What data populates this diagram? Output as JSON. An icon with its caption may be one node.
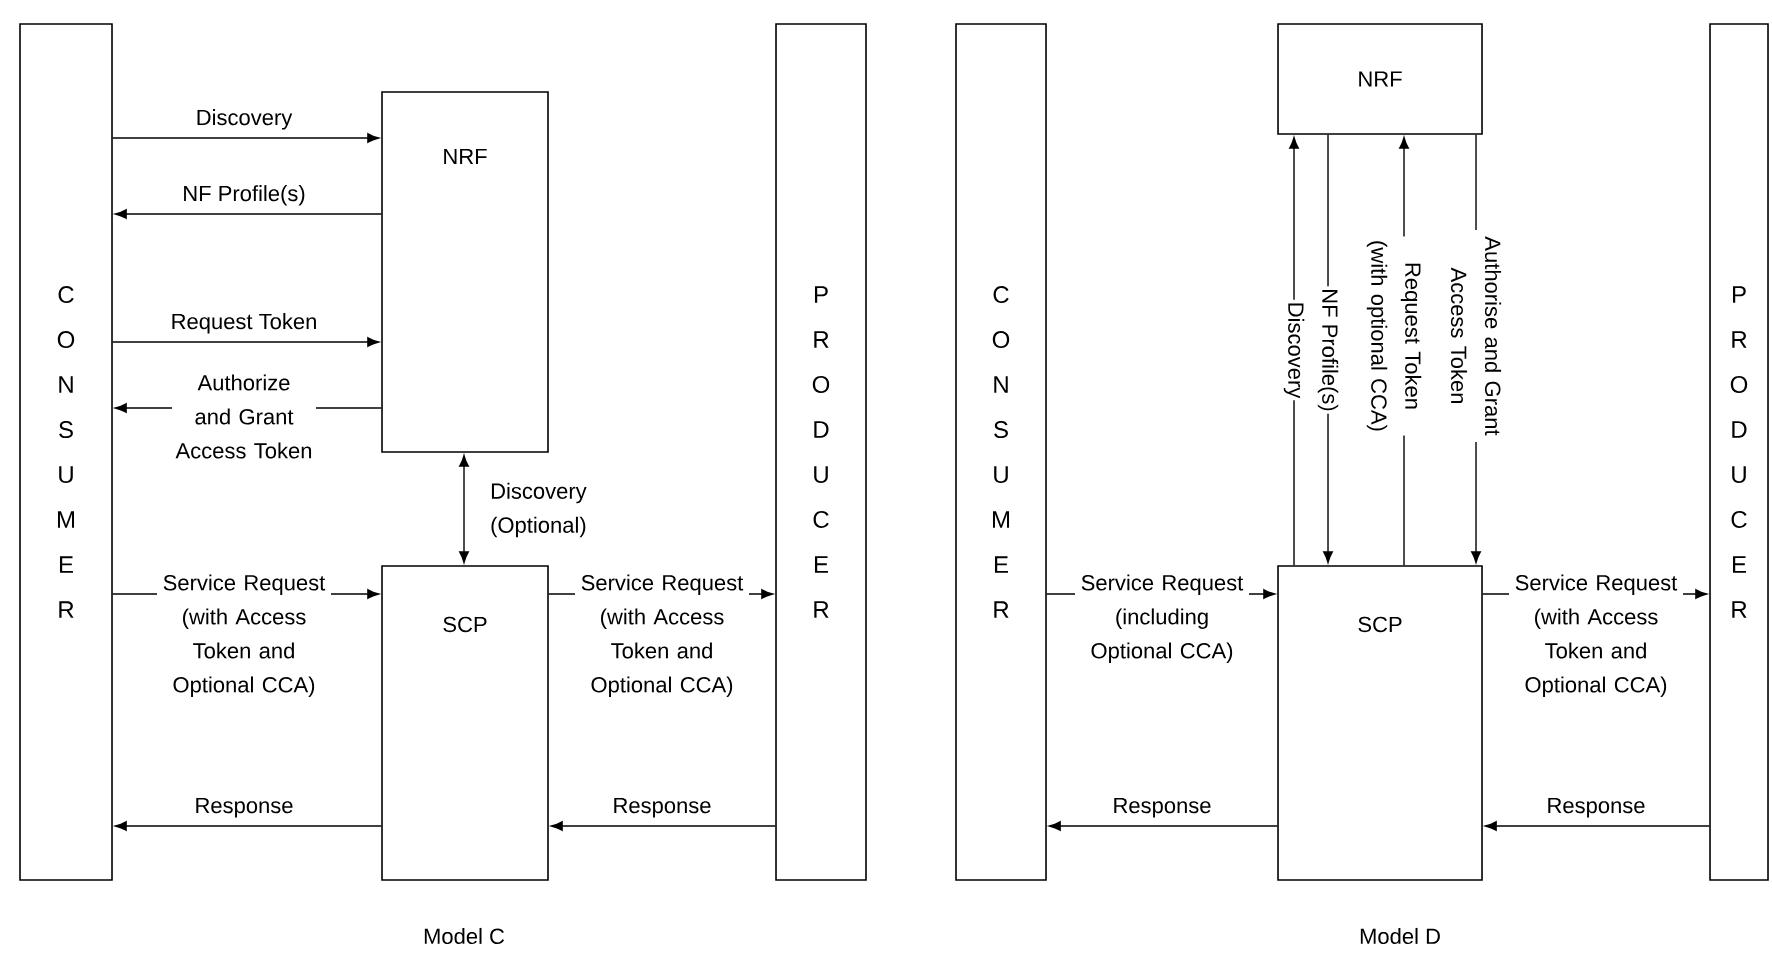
{
  "diagram": {
    "nodes": [
      {
        "text": [
          "CONSUMER"
        ]
      },
      {
        "text": [
          "NRF"
        ]
      },
      {
        "text": [
          "SCP"
        ]
      },
      {
        "text": [
          "PRODUCER"
        ]
      },
      {
        "text": [
          "CONSUMER"
        ]
      },
      {
        "text": [
          "NRF"
        ]
      },
      {
        "text": [
          "SCP"
        ]
      },
      {
        "text": [
          "PRODUCER"
        ]
      }
    ],
    "edges": [
      {
        "from": 0,
        "to": 1,
        "arrow": "to",
        "label": "Discovery"
      },
      {
        "from": 1,
        "to": 0,
        "arrow": "to",
        "label": "NF Profile(s)"
      },
      {
        "from": 0,
        "to": 1,
        "arrow": "to",
        "label": "Request Token"
      },
      {
        "from": 1,
        "to": 0,
        "arrow": "to",
        "label": "Authorize and Grant Access Token"
      },
      {
        "from": 1,
        "to": 2,
        "arrow": "both",
        "label": "Discovery (Optional)"
      },
      {
        "from": 0,
        "to": 2,
        "arrow": "to",
        "label": "Service Request (with Access Token and Optional CCA)"
      },
      {
        "from": 2,
        "to": 3,
        "arrow": "to",
        "label": "Service Request (with Access Token and Optional CCA)"
      },
      {
        "from": 2,
        "to": 0,
        "arrow": "to",
        "label": "Response"
      },
      {
        "from": 3,
        "to": 2,
        "arrow": "to",
        "label": "Response"
      },
      {
        "from": 6,
        "to": 5,
        "arrow": "to",
        "label": "Discovery"
      },
      {
        "from": 5,
        "to": 6,
        "arrow": "to",
        "label": "NF Profile(s)"
      },
      {
        "from": 6,
        "to": 5,
        "arrow": "to",
        "label": "Request Token (with optional CCA)"
      },
      {
        "from": 5,
        "to": 6,
        "arrow": "to",
        "label": "Authorise and Grant Access Token"
      },
      {
        "from": 4,
        "to": 6,
        "arrow": "to",
        "label": "Service Request (including Optional CCA)"
      },
      {
        "from": 6,
        "to": 7,
        "arrow": "to",
        "label": "Service Request (with Access Token and Optional CCA)"
      },
      {
        "from": 6,
        "to": 4,
        "arrow": "to",
        "label": "Response"
      },
      {
        "from": 7,
        "to": 6,
        "arrow": "to",
        "label": "Response"
      }
    ],
    "labels": [
      "Model C",
      "Model D"
    ]
  }
}
